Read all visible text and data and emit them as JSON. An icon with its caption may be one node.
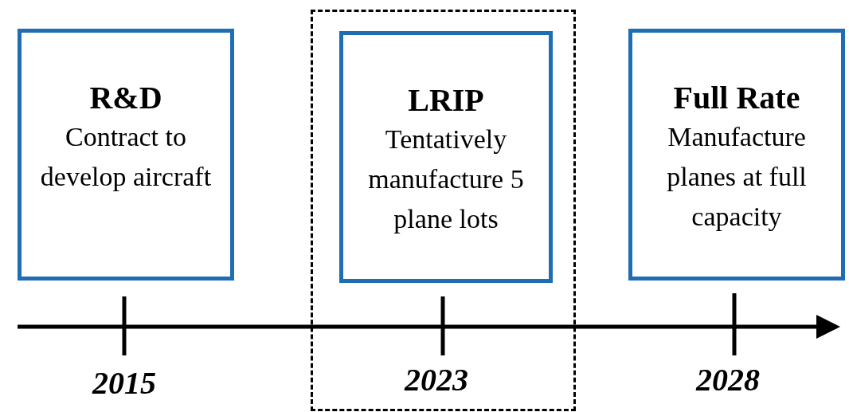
{
  "diagram": {
    "nodes": [
      {
        "text": [
          "R&D",
          "Contract to develop aircraft"
        ]
      },
      {
        "text": [],
        "shape": "box"
      },
      {
        "text": [
          "LRIP",
          "Tentatively manufacture 5 plane lots"
        ],
        "in": 1
      },
      {
        "text": [
          "Full Rate",
          "Manufacture planes at full capacity"
        ]
      }
    ],
    "labels": [
      "2015",
      "2023",
      "2028"
    ]
  }
}
